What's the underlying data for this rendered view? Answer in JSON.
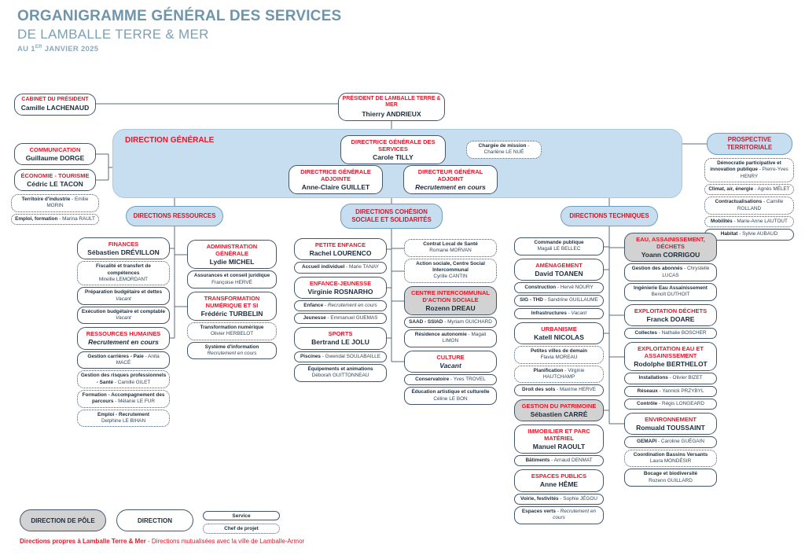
{
  "header": {
    "title_line1": "ORGANIGRAMME GÉNÉRAL DES SERVICES",
    "title_line2": "DE LAMBALLE TERRE & MER",
    "date_prefix": "AU 1",
    "date_sup": "ER",
    "date_suffix": " JANVIER 2025"
  },
  "colors": {
    "accent_red": "#e2182b",
    "title_blue": "#6f95aa",
    "panel_blue": "#c7ddf0",
    "box_gray": "#d2d2d2",
    "navy": "#1d2d3c"
  },
  "top": {
    "cabinet": {
      "title": "CABINET DU PRÉSIDENT",
      "name": "Camille LACHENAUD"
    },
    "president": {
      "title": "PRÉSIDENT DE LAMBALLE TERRE & MER",
      "name": "Thierry ANDRIEUX"
    },
    "communication": {
      "title": "COMMUNICATION",
      "name": "Guillaume DORGE"
    },
    "economie": {
      "title": "ÉCONOMIE - TOURISME",
      "name": "Cédric LE TACON"
    }
  },
  "left_services": [
    {
      "kind": "svc",
      "dotted": true,
      "b": "Territoire d'industrie",
      "n": "Emilie MORIN"
    },
    {
      "kind": "svc",
      "dotted": true,
      "b": "Emploi, formation",
      "n": "Marina RAULT"
    }
  ],
  "direction_generale": {
    "label": "DIRECTION GÉNÉRALE",
    "dgs": {
      "title": "DIRECTRICE GÉNÉRALE DES SERVICES",
      "name": "Carole TILLY"
    },
    "chargee_mission": {
      "b": "Chargée de mission",
      "n": "Charlène LE NUÉ"
    },
    "dga": {
      "title": "DIRECTRICE GÉNÉRALE ADJOINTE",
      "name": "Anne-Claire GUILLET"
    },
    "dg_adjoint": {
      "title": "DIRECTEUR GÉNÉRAL ADJOINT",
      "name": "Recrutement en cours"
    }
  },
  "prospective": {
    "title": "PROSPECTIVE TERRITORIALE",
    "items": [
      {
        "kind": "svc",
        "dotted": true,
        "b": "Démocratie participative et innovation publique",
        "n": "Pierre-Yves HENRY"
      },
      {
        "kind": "svc",
        "dotted": true,
        "b": "Climat, air, énergie",
        "n": "Agnès MÉLET"
      },
      {
        "kind": "svc",
        "dotted": true,
        "b": "Contractualisations",
        "n": "Camille ROLLAND"
      },
      {
        "kind": "svc",
        "dotted": true,
        "b": "Mobilités",
        "n": "Marie-Anne LAUTOUT"
      },
      {
        "kind": "svc",
        "b": "Habitat",
        "n": "Sylvie AUBAUD"
      }
    ]
  },
  "division_headers": [
    {
      "label": "DIRECTIONS RESSOURCES"
    },
    {
      "label": "DIRECTIONS COHÉSION SOCIALE ET SOLIDARITÉS"
    },
    {
      "label": "DIRECTIONS TECHNIQUES"
    }
  ],
  "columns": [
    {
      "boxes": [
        {
          "kind": "dir",
          "title": "FINANCES",
          "name": "Sébastien DRÉVILLON"
        },
        {
          "kind": "svc",
          "dotted": true,
          "stack": true,
          "b": "Fiscalité et transfert de compétences",
          "n": "Mireille LEMORDANT"
        },
        {
          "kind": "svc",
          "stack": true,
          "b": "Préparation budgétaire et dettes",
          "n": "Vacant",
          "nItalic": true
        },
        {
          "kind": "svc",
          "stack": true,
          "b": "Exécution budgétaire et comptable",
          "n": "Vacant",
          "nItalic": true
        },
        {
          "kind": "dir",
          "title": "RESSOURCES HUMAINES",
          "name": "Recrutement en cours",
          "nameItalic": true
        },
        {
          "kind": "svc",
          "b": "Gestion carrières - Paie",
          "n": "Anita MACÉ"
        },
        {
          "kind": "svc",
          "dotted": true,
          "b": "Gestion des risques professionnels - Santé",
          "n": "Camille GILET"
        },
        {
          "kind": "svc",
          "dotted": true,
          "b": "Formation - Accompagnement des parcours",
          "n": "Mélanie LE FUR"
        },
        {
          "kind": "svc",
          "dotted": true,
          "stack": true,
          "b": "Emploi - Recrutement",
          "n": "Delphine LE BIHAN"
        }
      ]
    },
    {
      "boxes": [
        {
          "kind": "dir",
          "title": "ADMINISTRATION GÉNÉRALE",
          "name": "Lydie MICHEL"
        },
        {
          "kind": "svc",
          "stack": true,
          "b": "Assurances et conseil juridique",
          "n": "Françoise HERVÉ"
        },
        {
          "kind": "dir",
          "title": "TRANSFORMATION NUMÉRIQUE ET SI",
          "name": "Frédéric TURBELIN"
        },
        {
          "kind": "svc",
          "dotted": true,
          "stack": true,
          "b": "Transformation numérique",
          "n": "Olivier HERBELOT"
        },
        {
          "kind": "svc",
          "stack": true,
          "b": "Système d'information",
          "n": "Recrutement en cours",
          "nItalic": true
        }
      ]
    },
    {
      "boxes": [
        {
          "kind": "dir",
          "title": "PETITE ENFANCE",
          "name": "Rachel LOURENCO"
        },
        {
          "kind": "svc",
          "b": "Accueil individuel",
          "n": "Marie TANAY"
        },
        {
          "kind": "dir",
          "title": "ENFANCE-JEUNESSE",
          "name": "Virginie ROSNARHO"
        },
        {
          "kind": "svc",
          "b": "Enfance",
          "n": "Recrutement en cours",
          "nItalic": true
        },
        {
          "kind": "svc",
          "b": "Jeunesse",
          "n": "Emmanuel GUEMAS"
        },
        {
          "kind": "dir",
          "title": "SPORTS",
          "name": "Bertrand LE JOLU"
        },
        {
          "kind": "svc",
          "b": "Piscines",
          "n": "Gwendal SOULABAILLE"
        },
        {
          "kind": "svc",
          "stack": true,
          "b": "Équipements et animations",
          "n": "Déborah GUITTONNEAU"
        }
      ]
    },
    {
      "boxes": [
        {
          "kind": "svc",
          "dotted": true,
          "stack": true,
          "b": "Contrat Local de Santé",
          "n": "Romane MORVAN"
        },
        {
          "kind": "svc",
          "dotted": true,
          "stack": true,
          "b": "Action sociale, Centre Social Intercommunal",
          "n": "Cyrille CANTIN"
        },
        {
          "kind": "dir",
          "variant": "gray",
          "title": "CENTRE INTERCOMMUNAL D'ACTION SOCIALE",
          "name": "Rozenn DREAU"
        },
        {
          "kind": "svc",
          "b": "SAAD - SSIAD",
          "n": "Myriam GUICHARD"
        },
        {
          "kind": "svc",
          "b": "Résidence autonomie",
          "n": "Magali LIMON"
        },
        {
          "kind": "dir",
          "title": "CULTURE",
          "name": "Vacant",
          "nameItalic": true
        },
        {
          "kind": "svc",
          "b": "Conservatoire",
          "n": "Yves TROVEL"
        },
        {
          "kind": "svc",
          "stack": true,
          "b": "Éducation artistique et culturelle",
          "n": "Céline LE BON"
        }
      ]
    },
    {
      "boxes": [
        {
          "kind": "svc",
          "stack": true,
          "b": "Commande publique",
          "n": "Magali LE BELLEC"
        },
        {
          "kind": "dir",
          "title": "AMÉNAGEMENT",
          "name": "David TOANEN"
        },
        {
          "kind": "svc",
          "b": "Construction",
          "n": "Hervé NOURY"
        },
        {
          "kind": "svc",
          "b": "SIG - THD",
          "n": "Sandrine GUILLAUME"
        },
        {
          "kind": "svc",
          "b": "Infrastructures",
          "n": "Vacant",
          "nItalic": true
        },
        {
          "kind": "dir",
          "title": "URBANISME",
          "name": "Katell NICOLAS"
        },
        {
          "kind": "svc",
          "dotted": true,
          "stack": true,
          "b": "Petites villes de demain",
          "n": "Flavia MOREAU"
        },
        {
          "kind": "svc",
          "dotted": true,
          "b": "Planification",
          "n": "Virginie HAUTCHAMP"
        },
        {
          "kind": "svc",
          "b": "Droit des sols",
          "n": "Maxime HERVE"
        },
        {
          "kind": "dir",
          "variant": "gray",
          "title": "GESTION DU PATRIMOINE",
          "name": "Sébastien CARRÉ"
        },
        {
          "kind": "dir",
          "title": "IMMOBILIER ET PARC MATÉRIEL",
          "name": "Manuel RAOULT"
        },
        {
          "kind": "svc",
          "b": "Bâtiments",
          "n": "Arnaud DENMAT"
        },
        {
          "kind": "dir",
          "title": "ESPACES PUBLICS",
          "name": "Anne HÊME"
        },
        {
          "kind": "svc",
          "b": "Voirie, festivités",
          "n": "Sophie JÉGOU"
        },
        {
          "kind": "svc",
          "b": "Espaces verts",
          "n": "Recrutement en cours",
          "nItalic": true
        }
      ]
    },
    {
      "boxes": [
        {
          "kind": "dir",
          "variant": "gray",
          "title": "EAU, ASSAINISSEMENT, DÉCHETS",
          "name": "Yoann CORRIGOU"
        },
        {
          "kind": "svc",
          "b": "Gestion des abonnés",
          "n": "Chrystelle LUCAS"
        },
        {
          "kind": "svc",
          "stack": true,
          "b": "Ingénierie Eau Assainissement",
          "n": "Benoît DUTHOIT"
        },
        {
          "kind": "dir",
          "title": "EXPLOITATION DÉCHETS",
          "name": "Franck DOARE"
        },
        {
          "kind": "svc",
          "b": "Collectes",
          "n": "Nathalie BOSCHER"
        },
        {
          "kind": "dir",
          "title": "EXPLOITATION EAU ET ASSAINISSEMENT",
          "name": "Rodolphe BERTHELOT"
        },
        {
          "kind": "svc",
          "b": "Installations",
          "n": "Olivier BIZET"
        },
        {
          "kind": "svc",
          "b": "Réseaux",
          "n": "Yannick PRZYBYL"
        },
        {
          "kind": "svc",
          "b": "Contrôle",
          "n": "Régis LONGEARD"
        },
        {
          "kind": "dir",
          "title": "ENVIRONNEMENT",
          "name": "Romuald TOUSSAINT"
        },
        {
          "kind": "svc",
          "b": "GEMAPI",
          "n": "Caroline GUÉGAIN"
        },
        {
          "kind": "svc",
          "dotted": true,
          "stack": true,
          "b": "Coordination Bassins Versants",
          "n": "Laura MONDÉSIR"
        },
        {
          "kind": "svc",
          "stack": true,
          "b": "Bocage et biodiversité",
          "n": "Rozenn GUILLARD"
        }
      ]
    }
  ],
  "legend": {
    "pole": "DIRECTION DE PÔLE",
    "direction": "DIRECTION",
    "service": "Service",
    "chef_de_projet": "Chef de projet"
  },
  "footer": {
    "bold": "Directions propres à Lamballe Terre & Mer",
    "regular": " - Directions mutualisées avec la ville de Lamballe-Armor"
  }
}
